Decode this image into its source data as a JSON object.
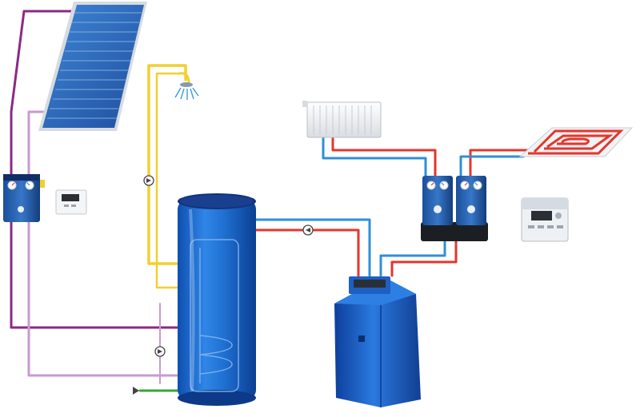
{
  "diagram": {
    "kind": "solar-assisted heating system schematic",
    "components": [
      {
        "name": "solar-collector-panel",
        "icon": "solar-panel-icon"
      },
      {
        "name": "solar-pump-station",
        "icon": "pump-station-icon"
      },
      {
        "name": "solar-controller",
        "icon": "controller-icon"
      },
      {
        "name": "shower-head",
        "icon": "shower-icon"
      },
      {
        "name": "hot-water-storage-tank",
        "icon": "storage-tank-icon"
      },
      {
        "name": "boiler",
        "icon": "boiler-icon"
      },
      {
        "name": "radiator",
        "icon": "radiator-icon"
      },
      {
        "name": "underfloor-heating-loop",
        "icon": "floor-heating-icon"
      },
      {
        "name": "heating-circuit-pump-groups",
        "icon": "pump-group-icon"
      },
      {
        "name": "wall-control-unit",
        "icon": "control-unit-icon"
      }
    ]
  },
  "colors": {
    "flow_hot": "#e2372c",
    "return_cold": "#2f8fd6",
    "solar_loop": "#8a2a86",
    "solar_return": "#c89ad0",
    "domestic_hot_water": "#f2cf2f",
    "cold_water_inlet": "#3aa33a",
    "tank_blue": "#1e6fd0",
    "boiler_blue": "#1a58c4",
    "panel_blue": "#2a63b8"
  }
}
